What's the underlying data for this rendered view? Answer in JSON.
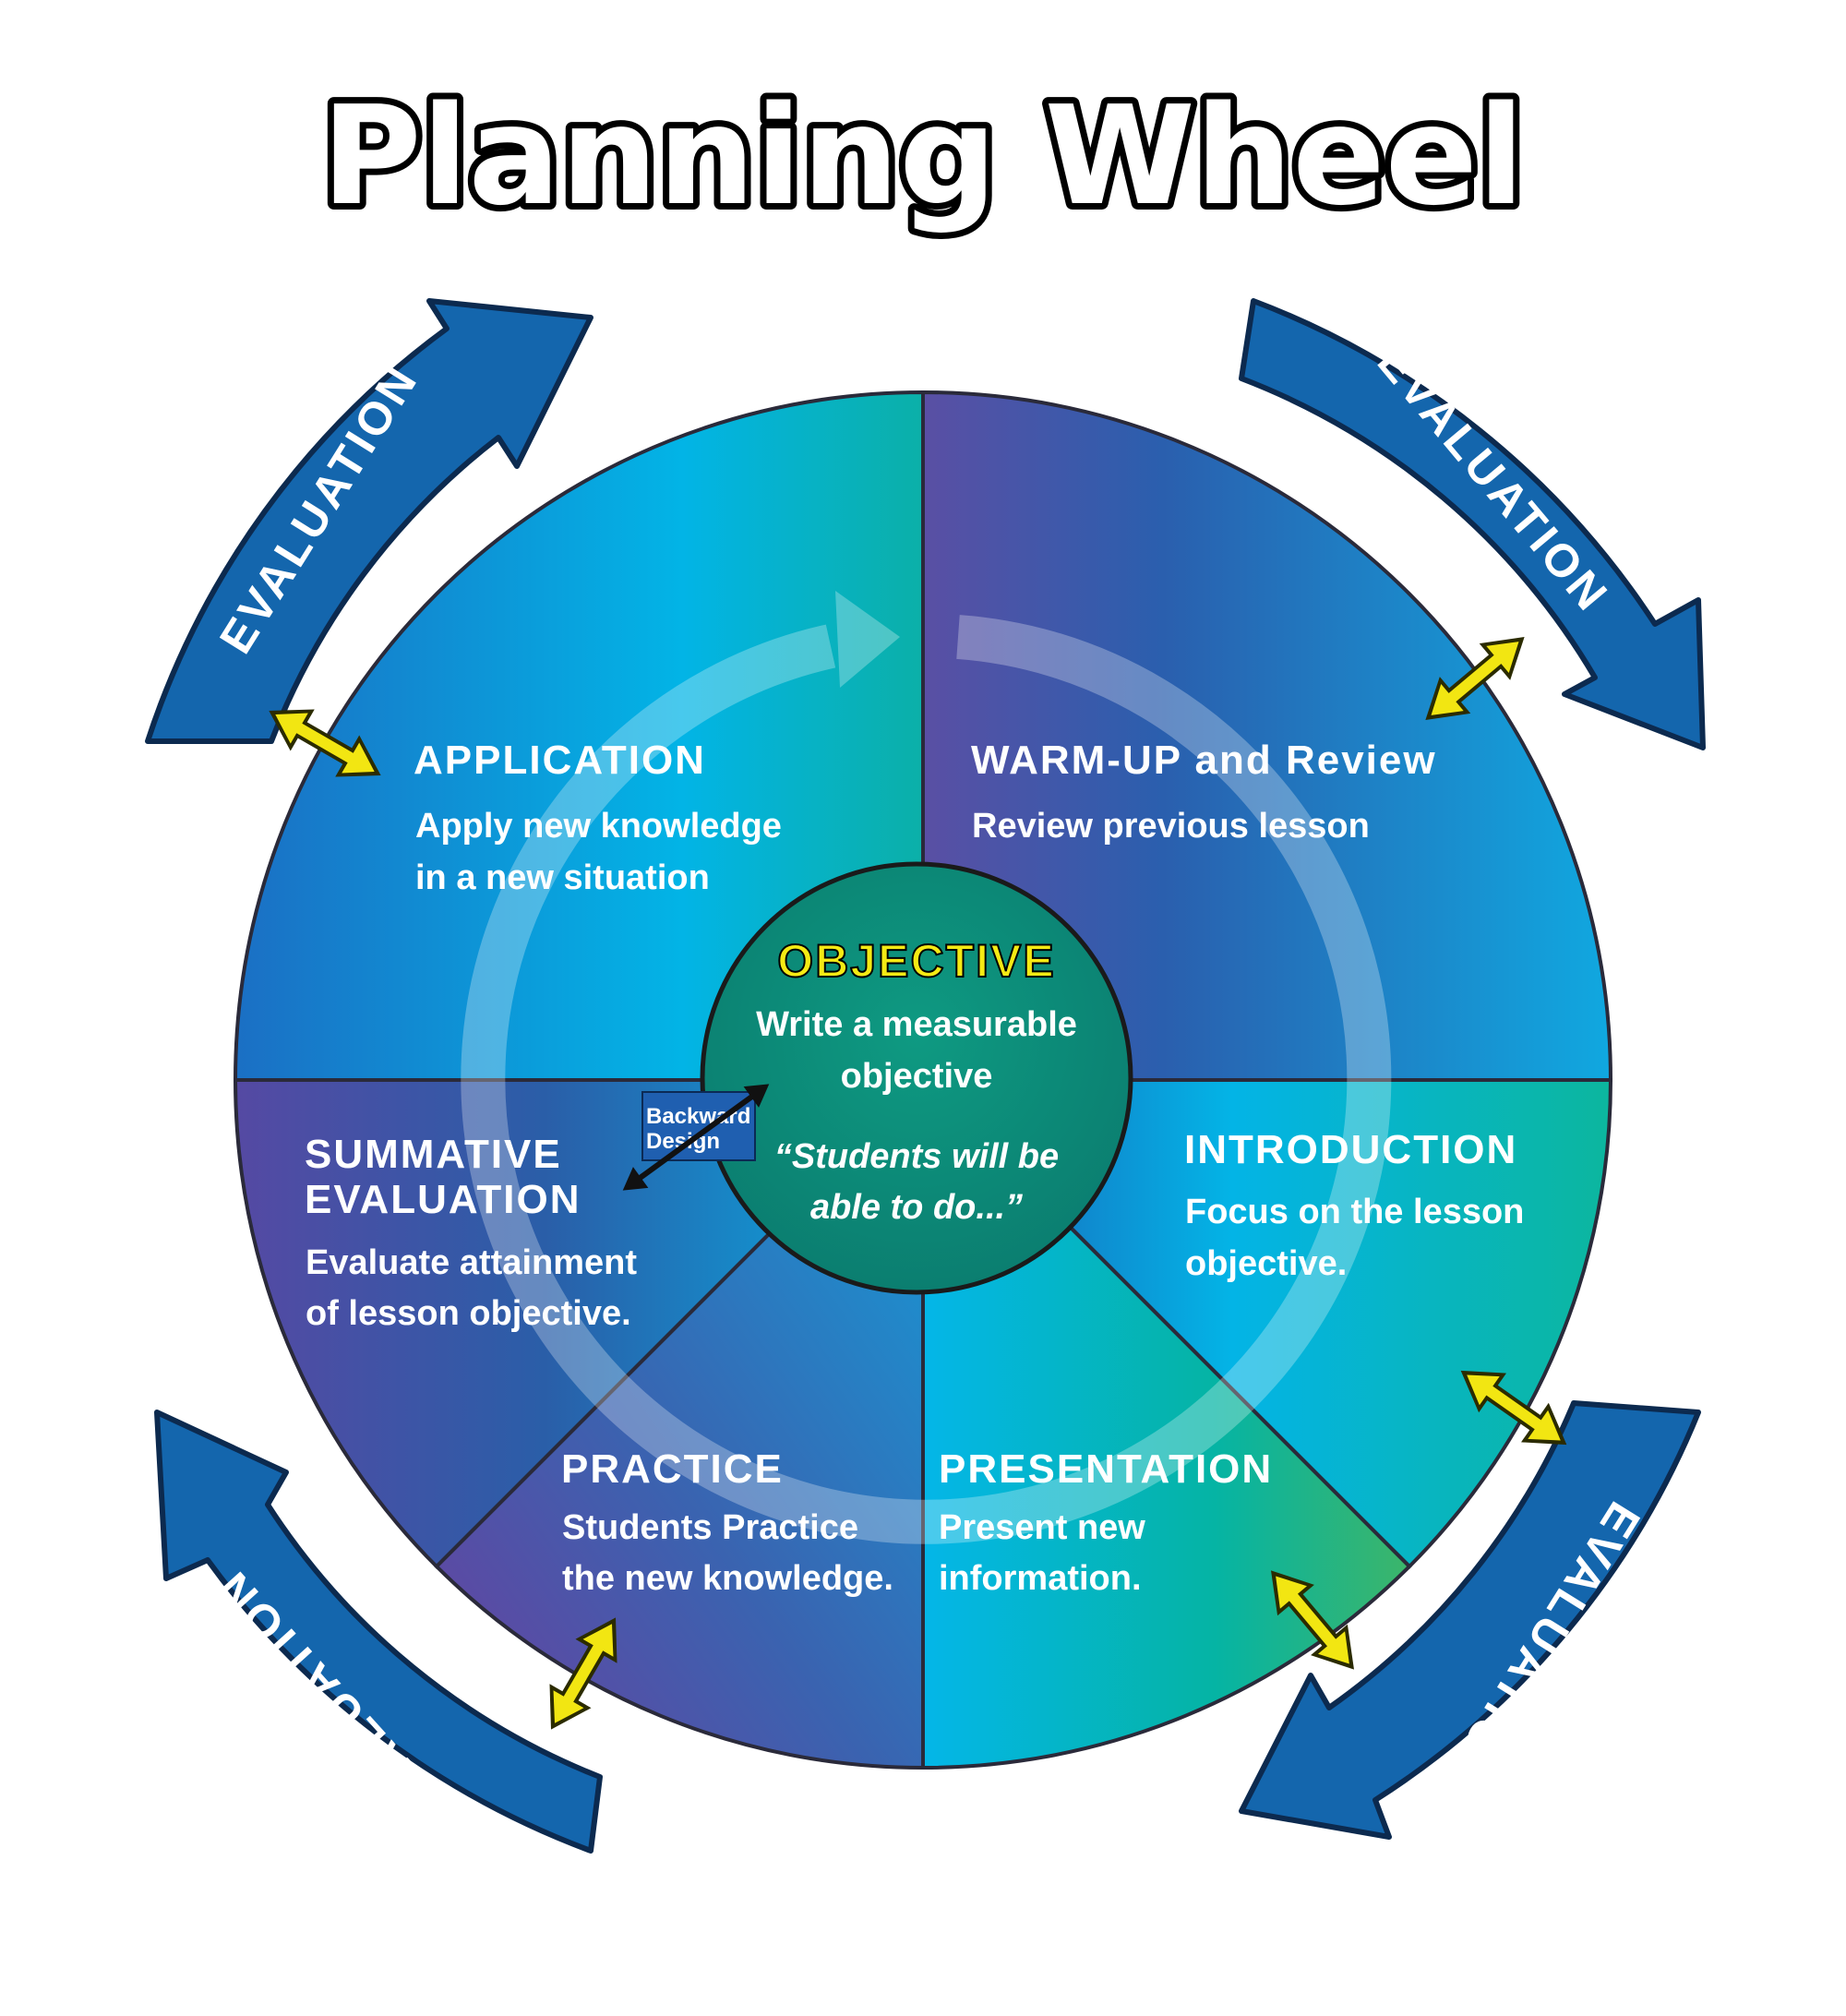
{
  "title": "Planning Wheel",
  "center": {
    "heading": "OBJECTIVE",
    "line1": "Write a measurable",
    "line2": "objective",
    "quote1": "“Students will be",
    "quote2": "able to do...”"
  },
  "backward_design": {
    "line1": "Backward",
    "line2": "Design"
  },
  "segments": {
    "warmup": {
      "heading": "WARM-UP and Review",
      "text1": "Review previous lesson"
    },
    "introduction": {
      "heading": "INTRODUCTION",
      "text1": "Focus on the lesson",
      "text2": "objective."
    },
    "presentation": {
      "heading": "PRESENTATION",
      "text1": "Present new",
      "text2": "information."
    },
    "practice": {
      "heading": "PRACTICE",
      "text1": "Students Practice",
      "text2": "the new knowledge."
    },
    "summative": {
      "heading1": "SUMMATIVE",
      "heading2": "EVALUATION",
      "text1": "Evaluate attainment",
      "text2": "of lesson objective."
    },
    "application": {
      "heading": "APPLICATION",
      "text1": "Apply new knowledge",
      "text2": "in a new situation"
    }
  },
  "evaluation_label": "EVALUATION",
  "colors": {
    "arrow_blue": "#1466ad",
    "yellow": "#f2e612",
    "center_teal": "#0a8a78",
    "objective_yellow": "#f5ea14"
  }
}
